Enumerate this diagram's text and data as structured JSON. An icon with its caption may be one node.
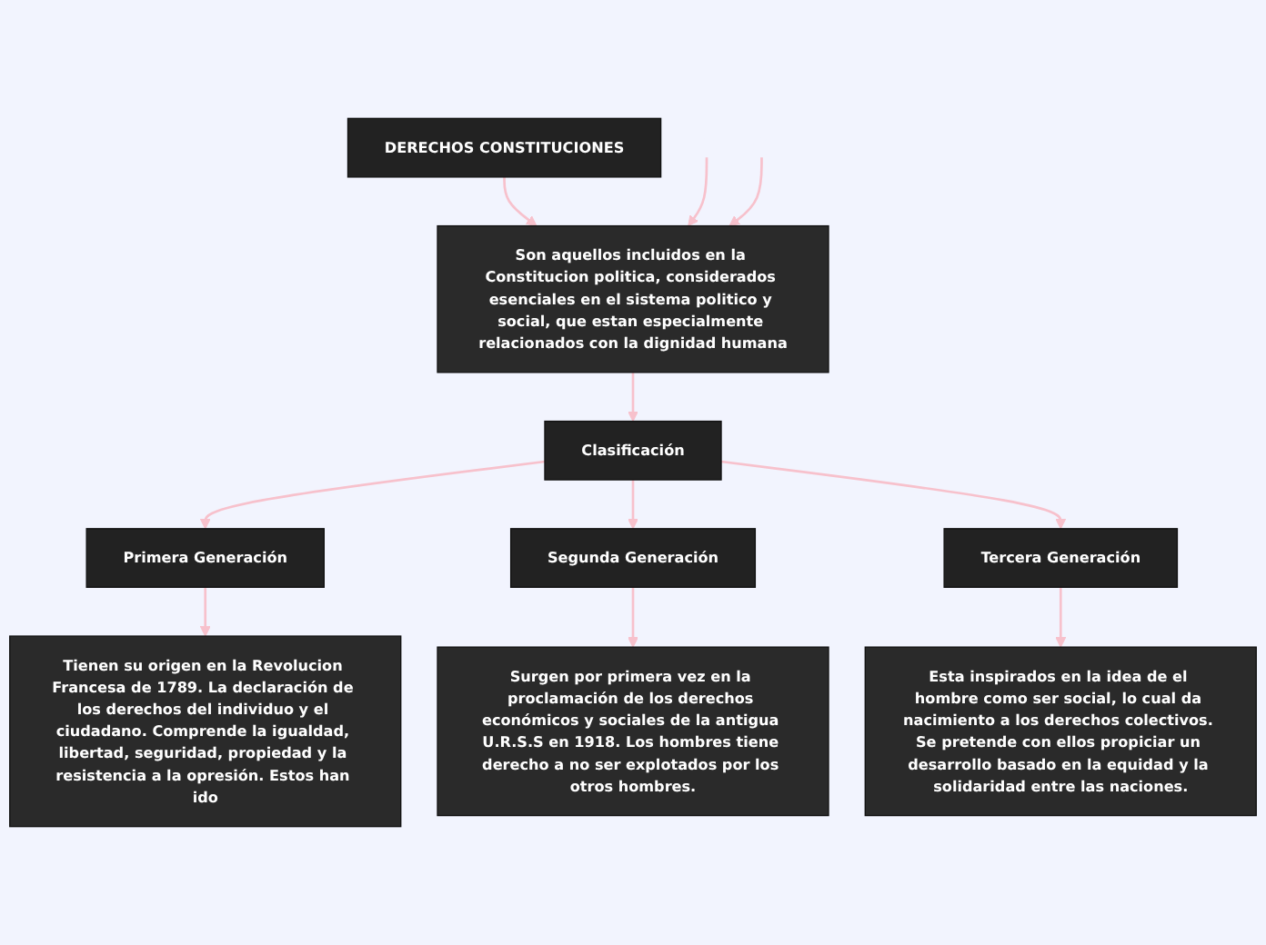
{
  "diagram": {
    "nodes": [
      {
        "text": [
          "DERECHOS CONSTITUCIONES"
        ]
      },
      {
        "text": [
          "Son aquellos incluidos en la Constitucion politica, considerados esenciales en el sistema politico y social, que estan especialmente relacionados con la dignidad humana"
        ]
      },
      {
        "text": [
          "Clasificación"
        ]
      },
      {
        "text": [
          "Primera Generación"
        ]
      },
      {
        "text": [
          "Segunda Generación"
        ]
      },
      {
        "text": [
          "Tercera Generación"
        ]
      },
      {
        "text": [
          "Tienen su origen en la Revolucion Francesa de 1789. La declaración de los derechos del individuo y el ciudadano. Comprende la igualdad, libertad, seguridad, propiedad y la resistencia a la opresión. Estos han ido"
        ]
      },
      {
        "text": [
          "Surgen por primera vez en la proclamación de los derechos económicos y sociales de la antigua U.R.S.S en 1918. Los hombres tiene derecho a no ser explotados por los otros hombres."
        ]
      },
      {
        "text": [
          "Esta inspirados en la idea de el hombre como ser social, lo cual da nacimiento a los derechos colectivos. Se pretende con ellos propiciar un desarrollo basado en la equidad y la solidaridad entre las naciones."
        ]
      }
    ],
    "edges": [
      {
        "from": 0,
        "to": 1,
        "arrow": "to"
      },
      {
        "from": 1,
        "to": 2,
        "arrow": "to"
      },
      {
        "from": 2,
        "to": 3,
        "arrow": "to"
      },
      {
        "from": 2,
        "to": 4,
        "arrow": "to"
      },
      {
        "from": 2,
        "to": 5,
        "arrow": "to"
      },
      {
        "from": 3,
        "to": 6,
        "arrow": "to"
      },
      {
        "from": 4,
        "to": 7,
        "arrow": "to"
      },
      {
        "from": 5,
        "to": 8,
        "arrow": "to"
      },
      {
        "from": null,
        "to": 1,
        "arrow": "to"
      },
      {
        "from": null,
        "to": 1,
        "arrow": "to"
      }
    ]
  }
}
